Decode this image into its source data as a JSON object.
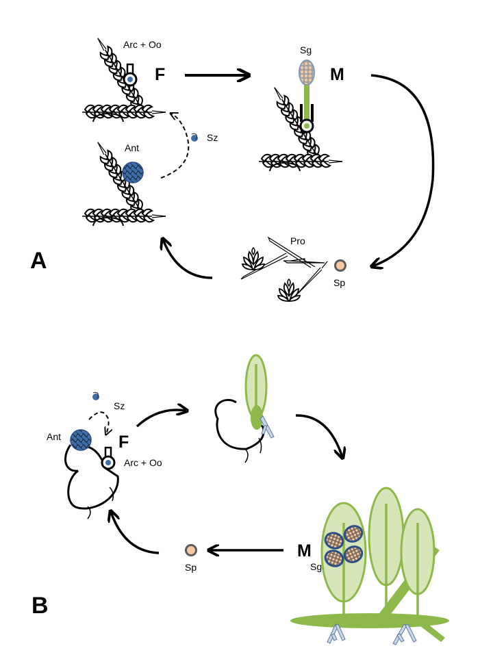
{
  "figure": {
    "description": "Life cycle comparison of a leafy liverwort (A) and a thalloid/leafy moss-like plant (B)",
    "colors": {
      "antheridium": "#3f6ea8",
      "antheridium_dark": "#1e3556",
      "sporophyte_green": "#8db84a",
      "leaf_fill": "#d6e6b9",
      "spore_fill": "#f6c9a3",
      "spore_ring": "#5a5a5a",
      "rhizoid_fill": "#c9d6e6",
      "rhizoid_stroke": "#5b7aa0",
      "capsule_ring": "#2c4f86",
      "ink": "#000000"
    }
  },
  "panel_a": {
    "panel_label": "A",
    "labels": {
      "archegonium": "Arc + Oo",
      "female": "F",
      "antheridium": "Ant",
      "spermatozoid": "Sz",
      "sporogonium": "Sg",
      "mature": "M",
      "protonema": "Pro",
      "spore": "Sp"
    }
  },
  "panel_b": {
    "panel_label": "B",
    "labels": {
      "spermatozoid": "Sz",
      "antheridium": "Ant",
      "female": "F",
      "archegonium": "Arc + Oo",
      "mature": "M",
      "sporogonium": "Sg",
      "spore": "Sp"
    }
  }
}
